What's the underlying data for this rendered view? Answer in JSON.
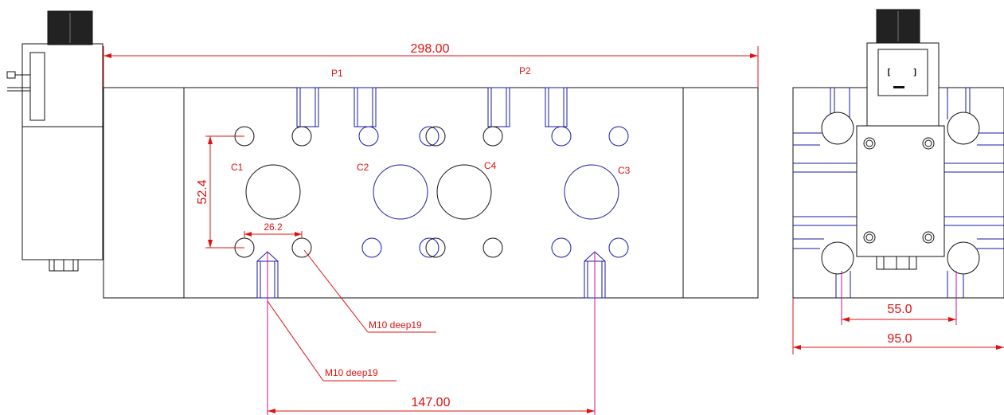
{
  "dimensions": {
    "overall_length": "298.00",
    "port_pitch": "147.00",
    "vertical_pitch": "52.4",
    "horizontal_pitch": "26.2",
    "side_inner": "55.0",
    "side_overall": "95.0"
  },
  "ports": {
    "p1": "P1",
    "p2": "P2",
    "c1": "C1",
    "c2": "C2",
    "c3": "C3",
    "c4": "C4"
  },
  "callouts": {
    "thread_upper": "M10 deep19",
    "thread_lower": "M10 deep19"
  },
  "colors": {
    "outline": "#111111",
    "hidden": "#1a1aa6",
    "dimension": "#e01010",
    "centerline": "#d0109a"
  }
}
